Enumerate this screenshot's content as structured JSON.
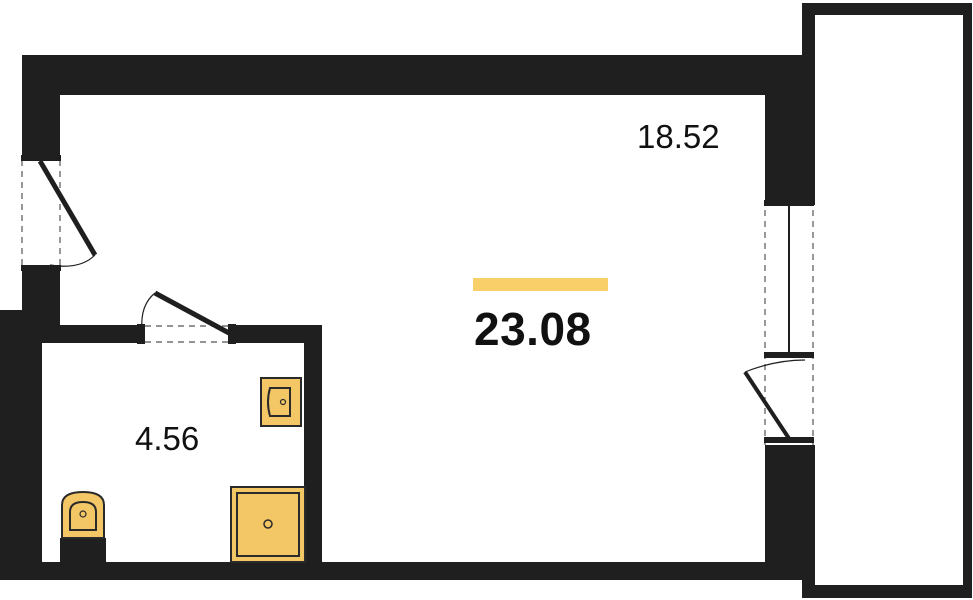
{
  "rooms": {
    "main_area": "18.52",
    "bathroom_area": "4.56"
  },
  "total_area": "23.08",
  "colors": {
    "wall": "#1f1f1f",
    "accent": "#f9cf6a",
    "fixture_fill": "#f3c766",
    "fixture_stroke": "#2a2a2a",
    "floor": "#ffffff"
  },
  "icons": [
    "door-swing-icon",
    "window-icon",
    "sink-icon",
    "toilet-icon",
    "shower-tray-icon",
    "balcony-door-icon"
  ]
}
